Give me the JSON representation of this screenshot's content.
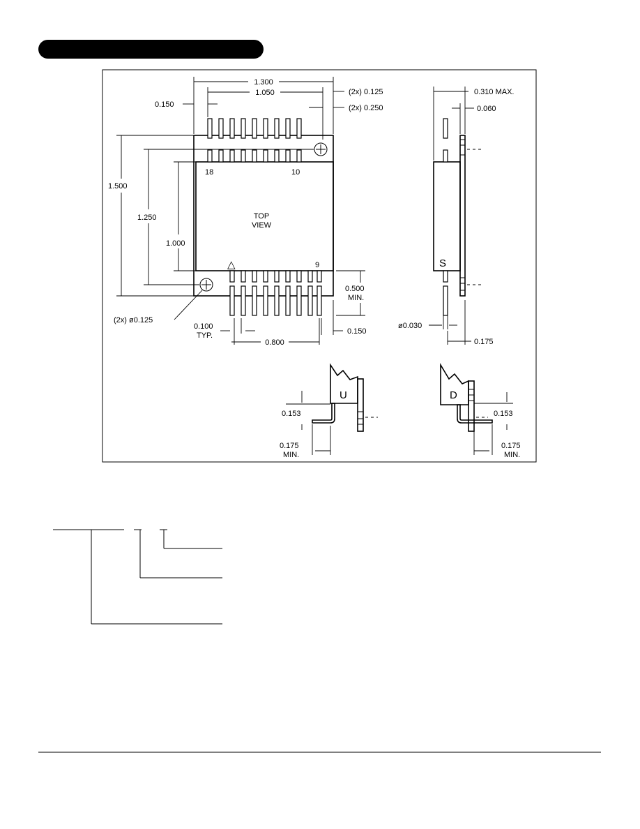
{
  "header_bar": {
    "color": "#000000"
  },
  "top_view": {
    "title_line1": "TOP",
    "title_line2": "VIEW",
    "pin_18": "18",
    "pin_10": "10",
    "pin_9": "9",
    "pin1_marker": "△",
    "dim_width_overall": "1.300",
    "dim_width_pins": "1.050",
    "dim_edge_left": "0.150",
    "dim_hole_inset": "(2x)  0.125",
    "dim_hole_offset": "(2x)  0.250",
    "dim_height_overall": "1.500",
    "dim_height_holes": "1.250",
    "dim_height_body": "1.000",
    "dim_lead_length": "0.500",
    "dim_lead_length_note": "MIN.",
    "dim_hole_dia": "(2x)  ø0.125",
    "dim_pitch": "0.100",
    "dim_pitch_note": "TYP.",
    "dim_pin_span": "0.800",
    "dim_edge_right": "0.150"
  },
  "side_view": {
    "variant_letter": "S",
    "dim_height_max": "0.310  MAX.",
    "dim_flange": "0.060",
    "dim_lead_dia": "ø0.030",
    "dim_offset": "0.175"
  },
  "detail_u": {
    "variant_letter": "U",
    "dim_bend": "0.153",
    "dim_length": "0.175",
    "dim_length_note": "MIN."
  },
  "detail_d": {
    "variant_letter": "D",
    "dim_bend": "0.153",
    "dim_length": "0.175",
    "dim_length_note": "MIN."
  }
}
